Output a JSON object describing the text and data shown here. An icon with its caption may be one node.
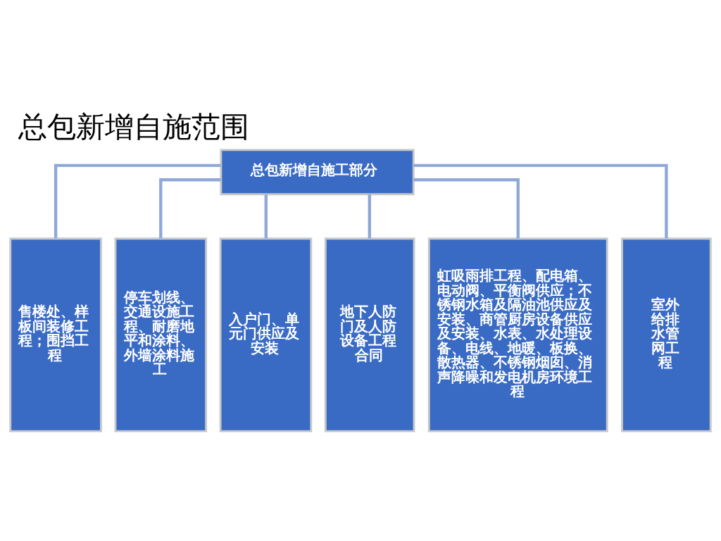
{
  "diagram": {
    "title": "总包新增自施范围",
    "nodes": [
      {
        "text": [
          "总包新增自施工部分"
        ]
      },
      {
        "text": [
          "售楼处、样板间装修工程；围挡工程"
        ]
      },
      {
        "text": [
          "停车划线、交通设施工程、耐磨地平和涂料、外墙涂料施工"
        ]
      },
      {
        "text": [
          "入户门、单元门供应及安装"
        ]
      },
      {
        "text": [
          "地下人防门及人防设备工程合同"
        ]
      },
      {
        "text": [
          "虹吸雨排工程、配电箱、电动阀、平衡阀供应；不锈钢水箱及隔油池供应及安装、商管厨房设备供应及安装、水表、水处理设备、电线、地暖、板换、散热器、不锈钢烟囱、消声降噪和发电机房环境工程"
        ]
      },
      {
        "text": [
          "室外给排水管网工程"
        ]
      }
    ],
    "edges": [
      {
        "from": 0,
        "to": 1,
        "arrow": "none"
      },
      {
        "from": 0,
        "to": 2,
        "arrow": "none"
      },
      {
        "from": 0,
        "to": 3,
        "arrow": "none"
      },
      {
        "from": 0,
        "to": 4,
        "arrow": "none"
      },
      {
        "from": 0,
        "to": 5,
        "arrow": "none"
      },
      {
        "from": 0,
        "to": 6,
        "arrow": "none"
      }
    ]
  }
}
